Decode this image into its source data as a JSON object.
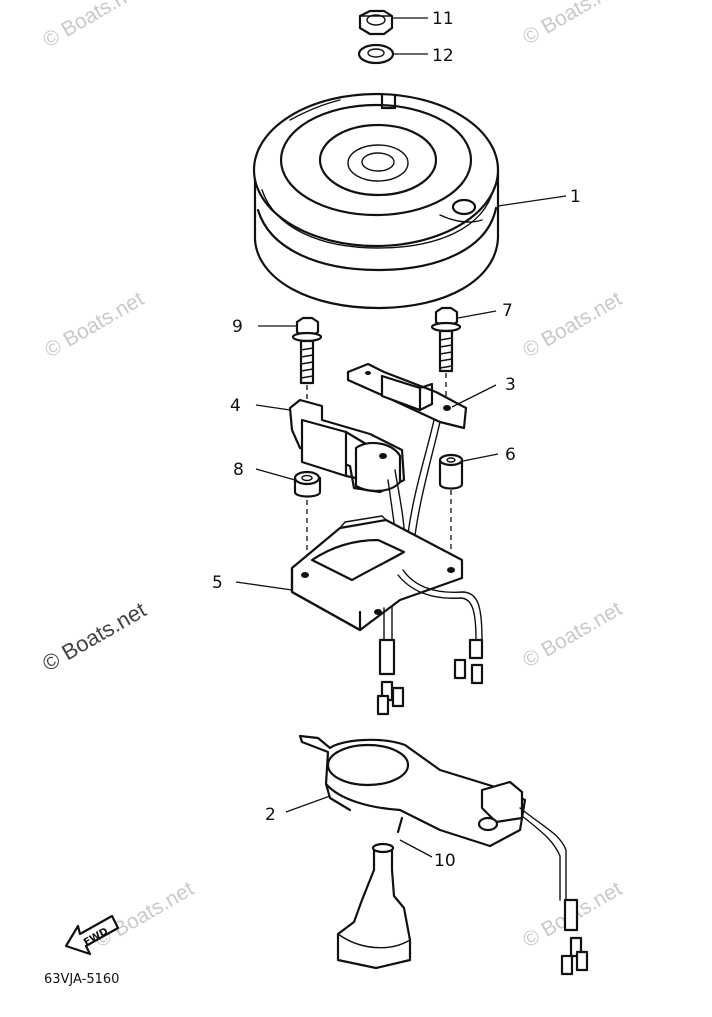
{
  "callouts": {
    "c1": "1",
    "c2": "2",
    "c3": "3",
    "c4": "4",
    "c5": "5",
    "c6": "6",
    "c7": "7",
    "c8": "8",
    "c9": "9",
    "c10": "10",
    "c11": "11",
    "c12": "12"
  },
  "diagram_code": "63VJA-5160",
  "fwd_label": "FWD",
  "watermark": "© Boats.net",
  "watermark_dark": "© Boats.net"
}
